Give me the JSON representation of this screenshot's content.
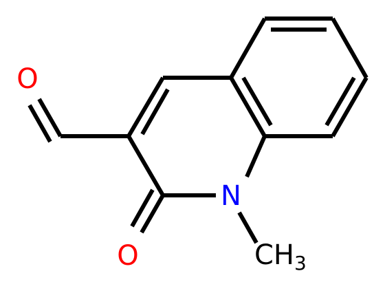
{
  "molecule": {
    "atoms": {
      "aldehyde_oxygen": {
        "label": "O",
        "color": "#ff0000"
      },
      "ketone_oxygen": {
        "label": "O",
        "color": "#ff0000"
      },
      "nitrogen": {
        "label": "N",
        "color": "#0000ff"
      },
      "methyl": {
        "label": "CH",
        "subscript": "3",
        "color": "#000000"
      }
    },
    "bond_color": "#000000",
    "background": "#ffffff"
  }
}
